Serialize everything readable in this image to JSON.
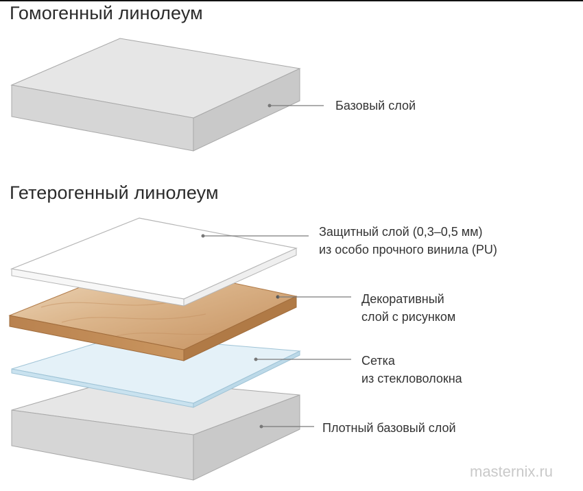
{
  "headings": {
    "homogeneous": "Гомогенный линолеум",
    "heterogeneous": "Гетерогенный линолеум"
  },
  "homogeneous_layers": [
    {
      "label_lines": [
        "Базовый слой"
      ]
    }
  ],
  "heterogeneous_layers": [
    {
      "label_lines": [
        "Защитный слой (0,3–0,5 мм)",
        "из особо прочного винила (PU)"
      ]
    },
    {
      "label_lines": [
        "Декоративный",
        "слой с рисунком"
      ]
    },
    {
      "label_lines": [
        "Сетка",
        "из стекловолокна"
      ]
    },
    {
      "label_lines": [
        "Плотный базовый слой"
      ]
    }
  ],
  "watermark": "masternix.ru",
  "colors": {
    "base_top": "#e6e6e6",
    "base_side": "#d2d2d2",
    "base_stroke": "#9a9a9a",
    "wood_light": "#e9d3b6",
    "wood_mid": "#cfa57a",
    "wood_dark": "#b7834f",
    "mesh": "#e4f1f8",
    "mesh_stroke": "#9fc3d6",
    "leader": "#7a7a7a"
  }
}
